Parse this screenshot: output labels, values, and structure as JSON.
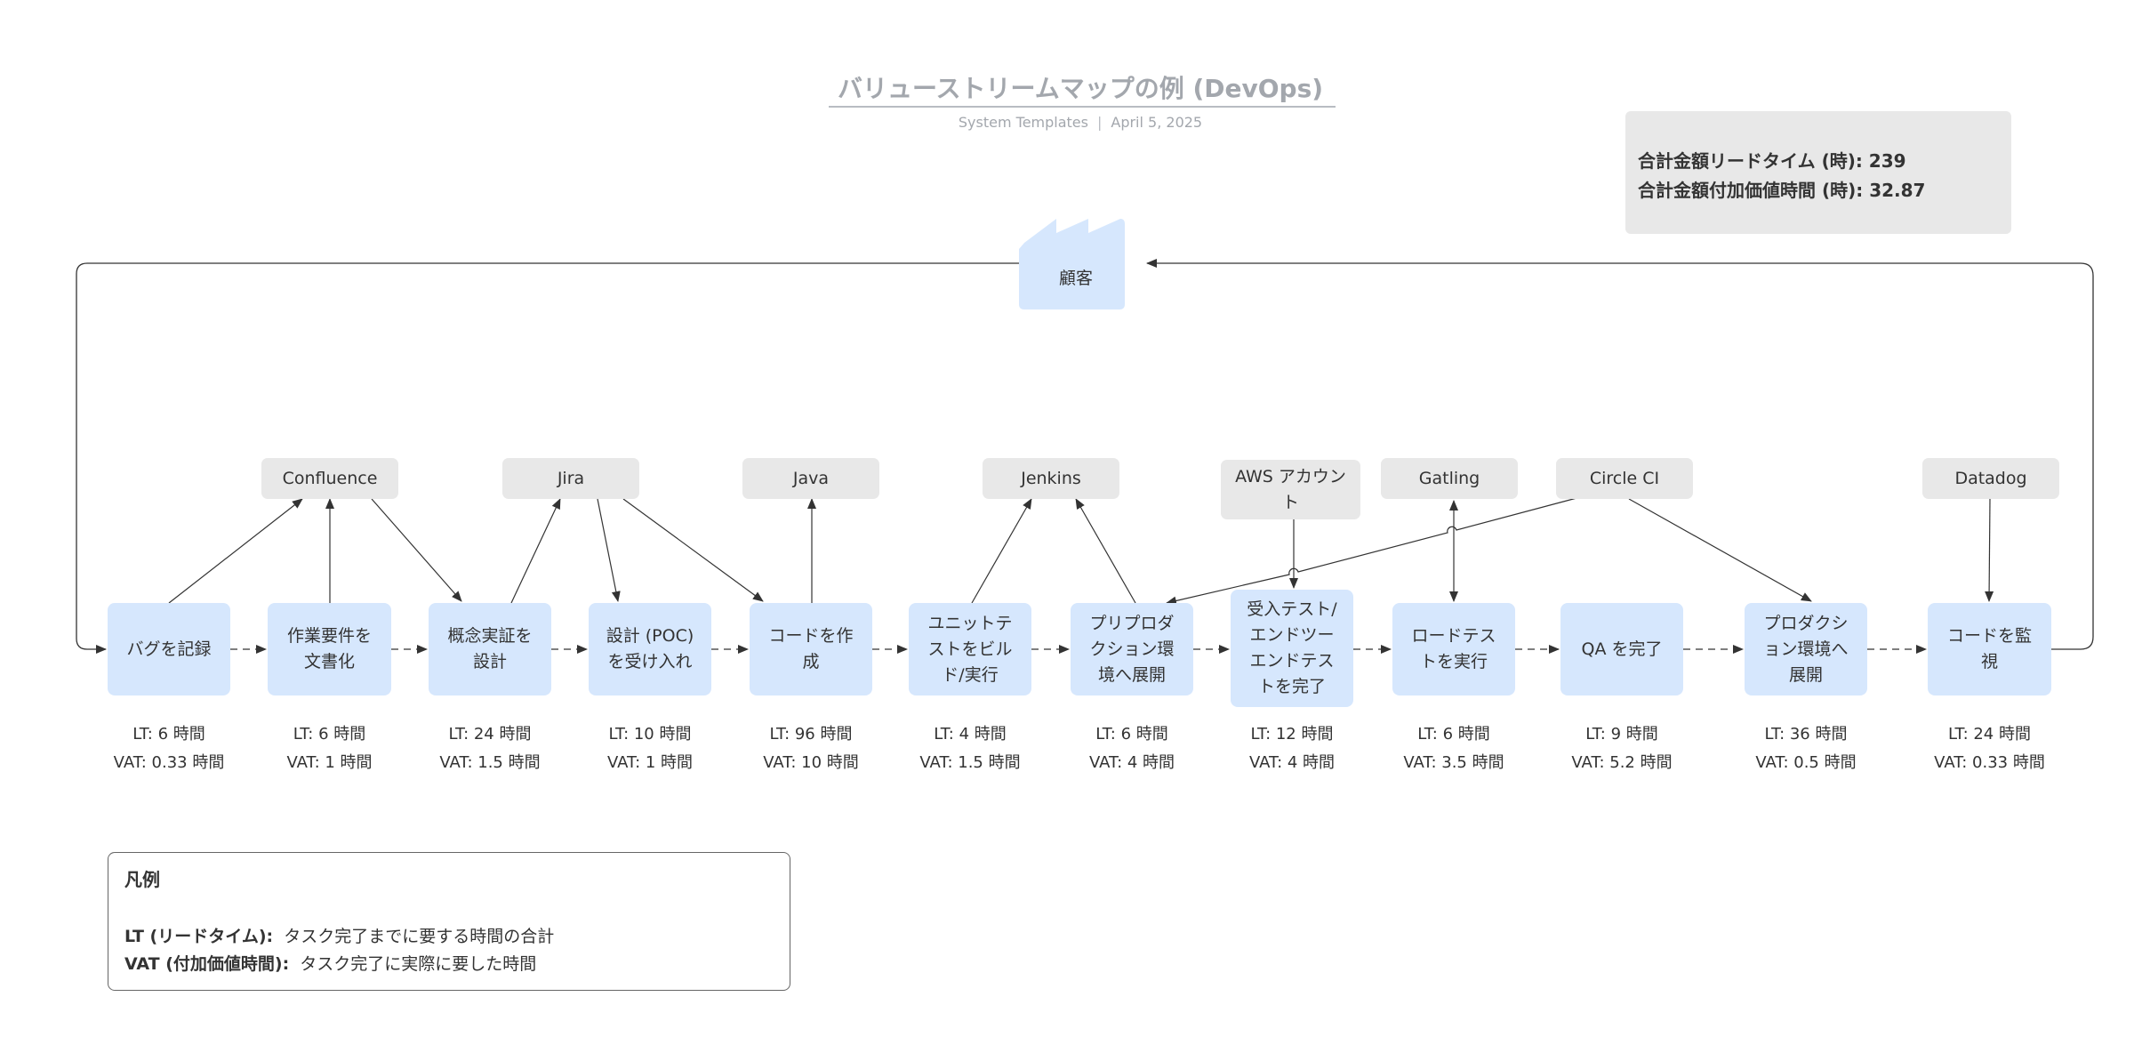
{
  "header": {
    "title": "バリューストリームマップの例 (DevOps)",
    "author": "System Templates",
    "separator": "|",
    "date": "April 5, 2025"
  },
  "totals": {
    "lead_time_label": "合計金額リードタイム (時): 239",
    "value_added_label": "合計金額付加価値時間 (時): 32.87",
    "lead_time_hours": 239,
    "value_added_hours": 32.87
  },
  "customer": {
    "label": "顧客",
    "icon": "factory-icon"
  },
  "process_steps": [
    {
      "id": "log-bug",
      "label": "バグを記録",
      "lt": "LT: 6 時間",
      "vat": "VAT: 0.33 時間"
    },
    {
      "id": "document-requirements",
      "label": "作業要件を文書化",
      "lt": "LT: 6 時間",
      "vat": "VAT: 1 時間"
    },
    {
      "id": "design-poc",
      "label": "概念実証を設計",
      "lt": "LT: 24 時間",
      "vat": "VAT: 1.5 時間"
    },
    {
      "id": "accept-poc",
      "label": "設計 (POC) を受け入れ",
      "lt": "LT: 10 時間",
      "vat": "VAT: 1 時間"
    },
    {
      "id": "write-code",
      "label": "コードを作成",
      "lt": "LT: 96 時間",
      "vat": "VAT: 10 時間"
    },
    {
      "id": "unit-tests",
      "label": "ユニットテストをビルド/実行",
      "lt": "LT: 4 時間",
      "vat": "VAT: 1.5 時間"
    },
    {
      "id": "deploy-preprod",
      "label": "プリプロダクション環境へ展開",
      "lt": "LT: 6 時間",
      "vat": "VAT: 4 時間"
    },
    {
      "id": "acceptance-e2e",
      "label": "受入テスト/エンドツーエンドテストを完了",
      "lt": "LT: 12 時間",
      "vat": "VAT: 4 時間"
    },
    {
      "id": "load-test",
      "label": "ロードテストを実行",
      "lt": "LT: 6 時間",
      "vat": "VAT: 3.5 時間"
    },
    {
      "id": "complete-qa",
      "label": "QA を完了",
      "lt": "LT: 9 時間",
      "vat": "VAT: 5.2 時間"
    },
    {
      "id": "deploy-prod",
      "label": "プロダクション環境へ展開",
      "lt": "LT: 36 時間",
      "vat": "VAT: 0.5 時間"
    },
    {
      "id": "monitor-code",
      "label": "コードを監視",
      "lt": "LT: 24 時間",
      "vat": "VAT: 0.33 時間"
    }
  ],
  "tools": [
    {
      "id": "confluence",
      "label": "Confluence"
    },
    {
      "id": "jira",
      "label": "Jira"
    },
    {
      "id": "java",
      "label": "Java"
    },
    {
      "id": "jenkins",
      "label": "Jenkins"
    },
    {
      "id": "aws",
      "label": "AWS アカウント"
    },
    {
      "id": "gatling",
      "label": "Gatling"
    },
    {
      "id": "circleci",
      "label": "Circle CI"
    },
    {
      "id": "datadog",
      "label": "Datadog"
    }
  ],
  "legend": {
    "title": "凡例",
    "lt_term": "LT (リードタイム):",
    "lt_desc": "タスク完了までに要する時間の合計",
    "vat_term": "VAT (付加価値時間):",
    "vat_desc": "タスク完了に実際に要した時間"
  },
  "colors": {
    "process_fill": "#d6e7fd",
    "tool_fill": "#e8e8e8",
    "line": "#333333",
    "title": "#a3a7ad"
  }
}
